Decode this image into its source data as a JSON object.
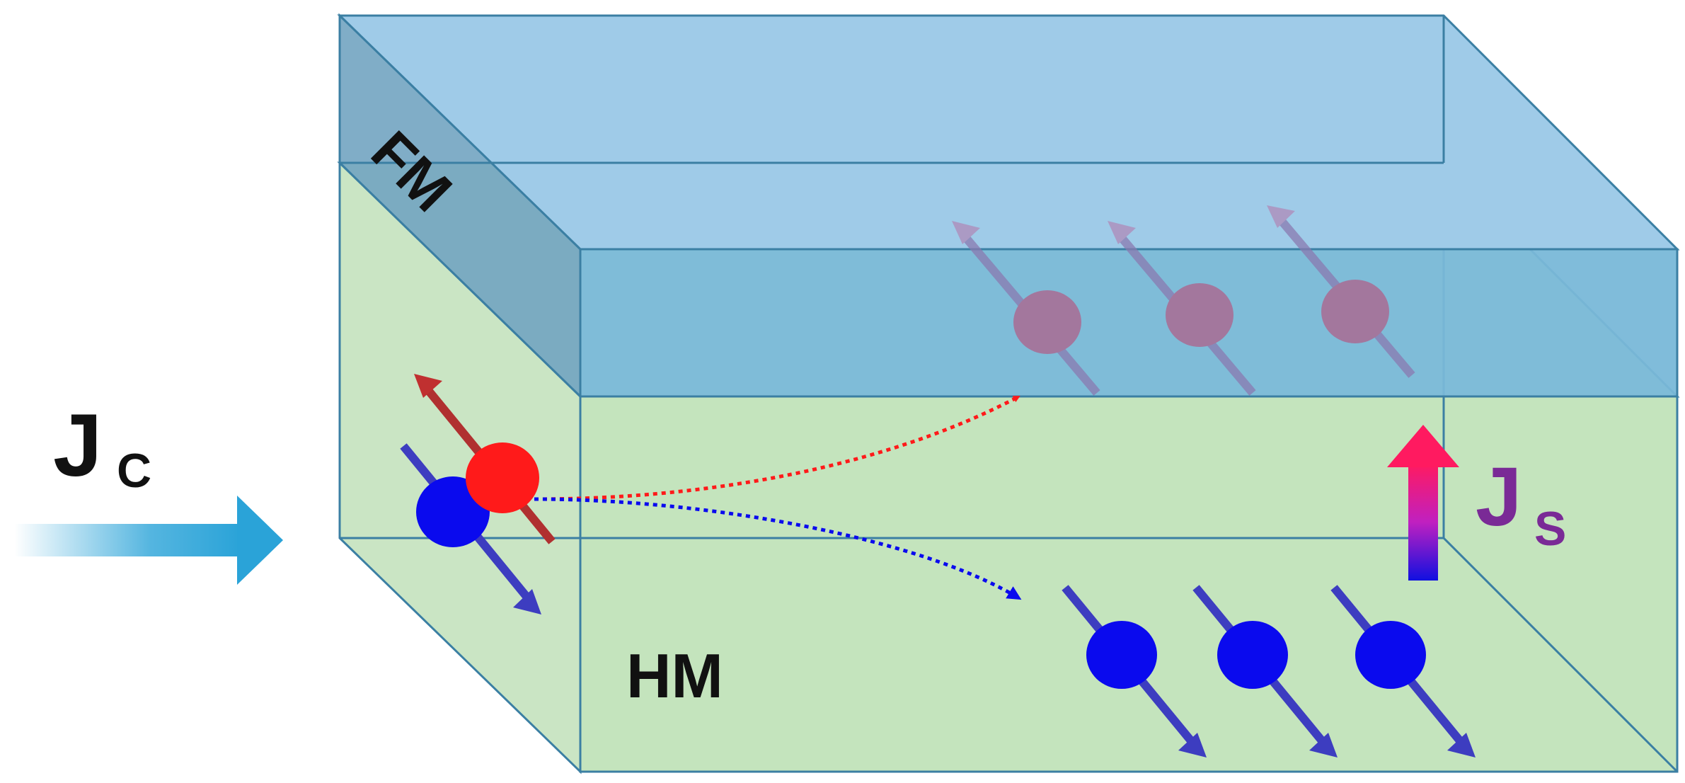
{
  "labels": {
    "charge_current_main": "J",
    "charge_current_sub": "C",
    "spin_current_main": "J",
    "spin_current_sub": "S",
    "ferromagnet": "FM",
    "heavy_metal": "HM"
  },
  "colors": {
    "fm_layer": "#8fc3e3",
    "hm_layer": "#c9e6c3",
    "spin_up": "#ff1a1a",
    "spin_down": "#0a0aee",
    "spin_up_faded": "#b46a92",
    "charge_arrow": "#2aa3d8",
    "spin_current_label": "#7a2a96"
  }
}
